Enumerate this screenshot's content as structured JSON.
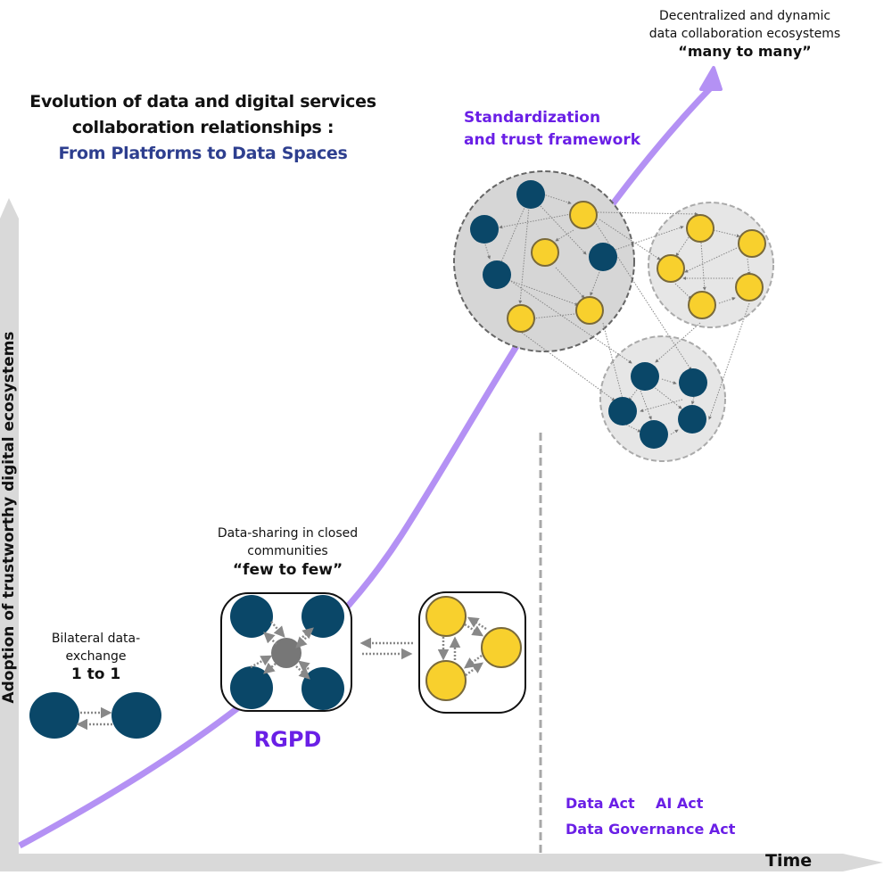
{
  "title": {
    "line1": "Evolution of data and digital services",
    "line2": "collaboration relationships :",
    "subtitle": "From Platforms to Data Spaces"
  },
  "axes": {
    "y_label": "Adoption of trustworthy digital ecosystems",
    "x_label": "Time"
  },
  "stages": {
    "bilateral": {
      "description": "Bilateral data-exchange",
      "model": "1 to 1"
    },
    "closed_communities": {
      "description": "Data-sharing in closed communities",
      "model": "“few to few”",
      "regulation": "RGPD"
    },
    "ecosystems": {
      "description_line1": "Decentralized and dynamic",
      "description_line2": "data collaboration ecosystems",
      "model": "“many to many”"
    }
  },
  "framework_label": {
    "line1": "Standardization",
    "line2": "and trust framework"
  },
  "regulations": {
    "data_act": "Data Act",
    "ai_act": "AI Act",
    "dga": "Data Governance Act"
  },
  "colors": {
    "navy_node": "#0a4768",
    "yellow_node": "#f8d02d",
    "yellow_stroke": "#7a6a3a",
    "hub_node": "#777777",
    "curve": "#b491f4",
    "accent_text": "#6a1fe6",
    "subtitle": "#2e3f8f",
    "axis": "#d9d9d9"
  }
}
